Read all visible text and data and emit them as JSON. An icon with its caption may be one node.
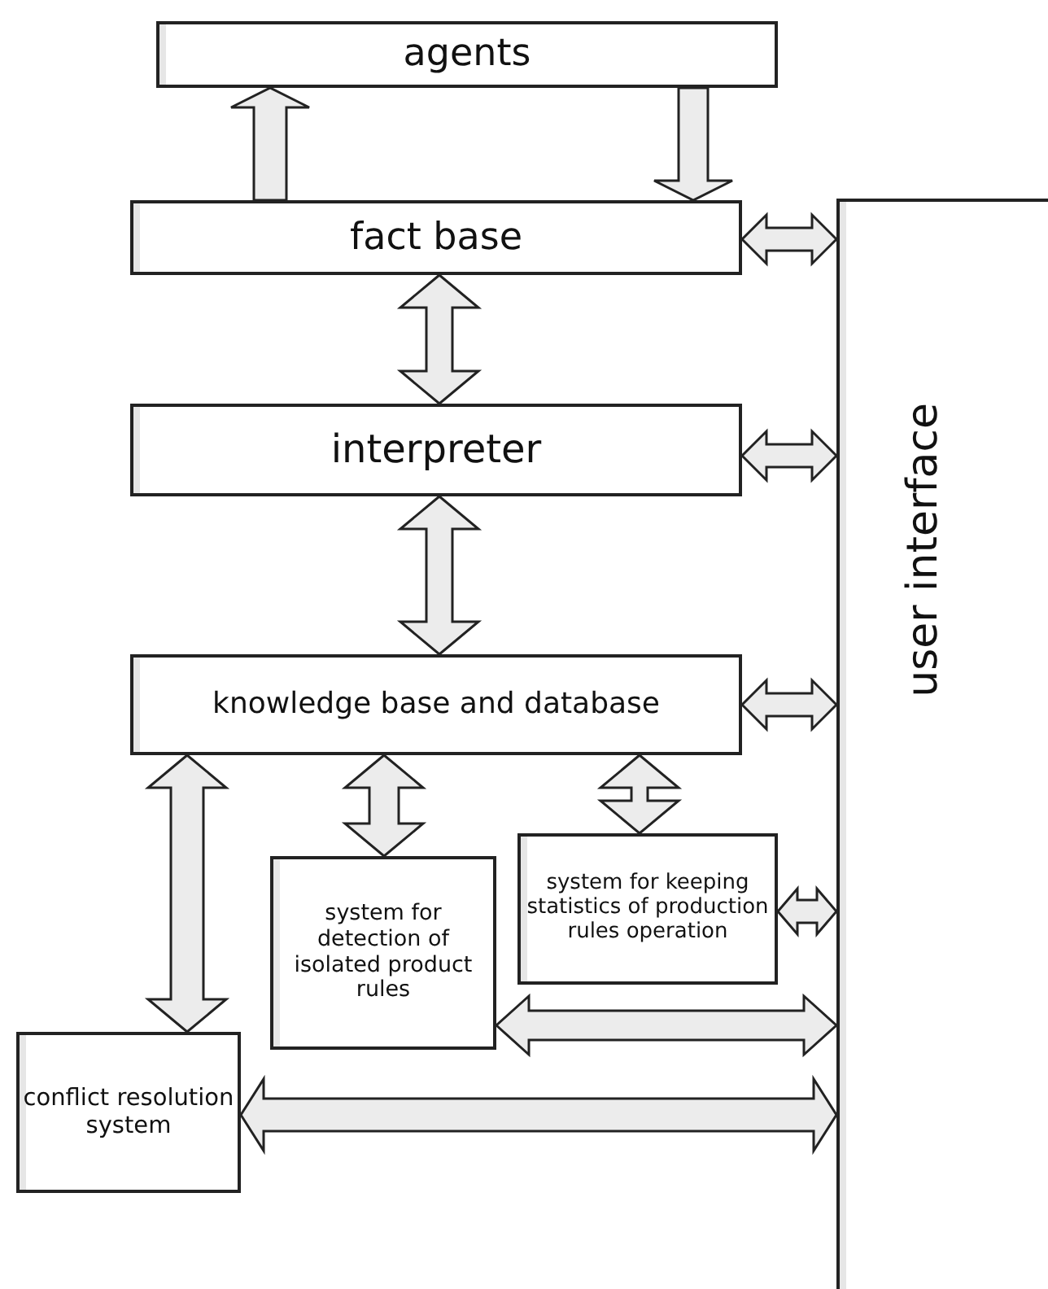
{
  "diagram": {
    "nodes": [
      {
        "text": [
          "agents"
        ]
      },
      {
        "text": [
          "fact base"
        ]
      },
      {
        "text": [
          "interpreter"
        ]
      },
      {
        "text": [
          "knowledge base and database"
        ]
      },
      {
        "text": [
          "system for detection of isolated product rules"
        ]
      },
      {
        "text": [
          "system for keeping statistics of production rules operation"
        ]
      },
      {
        "text": [
          "conflict resolution system"
        ]
      },
      {
        "text": [
          "user interface"
        ]
      }
    ],
    "edges": [
      {
        "from": 1,
        "to": 0,
        "arrow": "to"
      },
      {
        "from": 0,
        "to": 1,
        "arrow": "to"
      },
      {
        "from": 1,
        "to": 2,
        "arrow": "both"
      },
      {
        "from": 2,
        "to": 3,
        "arrow": "both"
      },
      {
        "from": 1,
        "to": 7,
        "arrow": "both"
      },
      {
        "from": 2,
        "to": 7,
        "arrow": "both"
      },
      {
        "from": 3,
        "to": 7,
        "arrow": "both"
      },
      {
        "from": 3,
        "to": 6,
        "arrow": "both"
      },
      {
        "from": 3,
        "to": 4,
        "arrow": "both"
      },
      {
        "from": 3,
        "to": 5,
        "arrow": "both"
      },
      {
        "from": 5,
        "to": 7,
        "arrow": "both"
      },
      {
        "from": 4,
        "to": 7,
        "arrow": "both"
      },
      {
        "from": 6,
        "to": 7,
        "arrow": "both"
      }
    ]
  }
}
